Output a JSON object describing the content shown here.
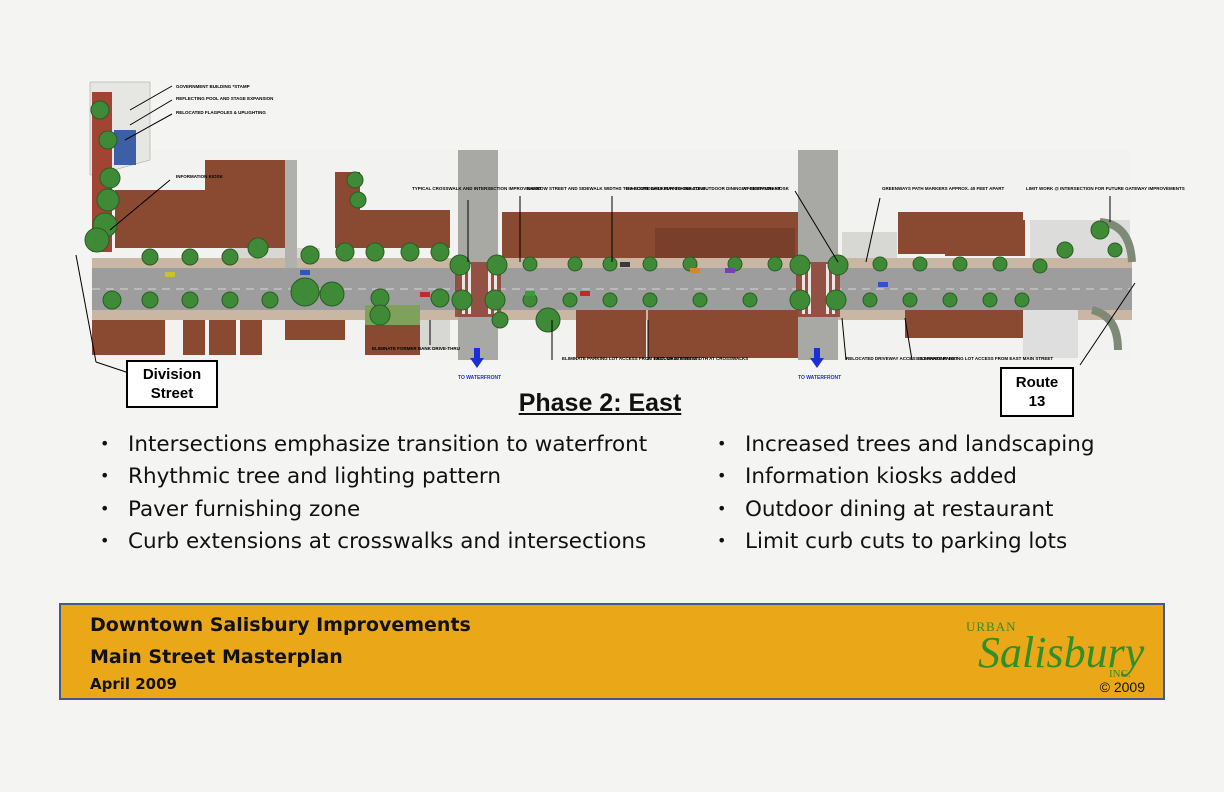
{
  "plan": {
    "labels": {
      "government_building": "GOVERNMENT BUILDING *STAMP",
      "reflecting_pool": "REFLECTING POOL AND STAGE EXPANSION",
      "flagpoles": "RELOCATED FLAGPOLES & UPLIGHTING",
      "info_kiosk_left": "INFORMATION KIOSK",
      "typical_crosswalk": "TYPICAL CROSSWALK AND INTERSECTION IMPROVEMENT",
      "narrow_street": "NARROW STREET AND SIDEWALK WIDTHS TO ACCOMODATE FURNISHING ZONE",
      "reroute_walkway": "RE-ROUTE WALKWAY TO CREATE OUTDOOR DINING AT RESTAURANT",
      "info_kiosk_right": "INFORMATION KIOSK",
      "greenway": "GREENWAYS PATH MARKERS APPROX. 40 FEET APART",
      "limit_work": "LIMIT WORK @ INTERSECTION FOR FUTURE GATEWAY IMPROVEMENTS",
      "eliminate_bank": "ELIMINATE FORMER BANK DRIVE-THRU",
      "eliminate_parking_1": "ELIMINATE PARKING LOT ACCESS FROM EAST MAIN STREET",
      "reduce_street": "REDUCE STREET WIDTH AT CROSSWALKS",
      "relocate_driveway": "RELOCATED DRIVEWAY ACCESS TO PARKING LOT",
      "eliminate_parking_2": "ELIMINATE PARKING LOT ACCESS FROM EAST MAIN STREET",
      "to_waterfront_1": "TO WATERFRONT",
      "to_waterfront_2": "TO WATERFRONT"
    },
    "callouts": {
      "division": "Division\nStreet",
      "route": "Route\n13"
    }
  },
  "title": "Phase 2: East",
  "bullets_left": [
    "Intersections emphasize transition to waterfront",
    "Rhythmic tree and lighting pattern",
    "Paver furnishing zone",
    "Curb extensions at crosswalks and intersections"
  ],
  "bullets_right": [
    "Increased trees and landscaping",
    "Information kiosks added",
    "Outdoor dining at restaurant",
    "Limit curb cuts to parking lots"
  ],
  "footer": {
    "title": "Downtown Salisbury Improvements",
    "subtitle": "Main Street Masterplan",
    "date": "April 2009",
    "logo_top": "URBAN",
    "logo_main": "Salisbury",
    "logo_bottom": "INC.",
    "copyright": "© 2009"
  },
  "colors": {
    "footer_bg": "#eaa819",
    "footer_border": "#3e5b8c",
    "building": "#8a4a32",
    "tree": "#3f8a37",
    "road": "#9d9d9d",
    "logo_green": "#2f8f2a",
    "arrow_blue": "#1b2fd6"
  }
}
